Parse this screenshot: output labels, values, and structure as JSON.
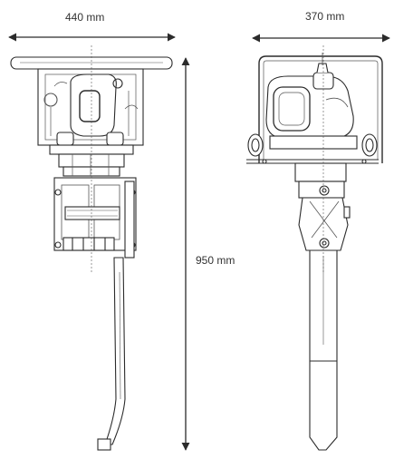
{
  "dimensions": {
    "side_width": "440 mm",
    "front_width": "370 mm",
    "height": "950 mm"
  },
  "colors": {
    "line": "#2b2b2b",
    "light_line": "#555555",
    "background": "#ffffff"
  }
}
